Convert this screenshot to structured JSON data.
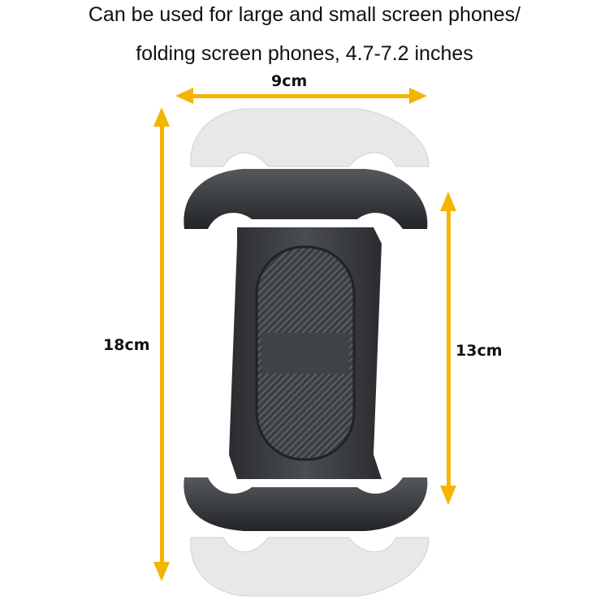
{
  "caption": {
    "line1": "Can be used for large and small screen phones/",
    "line2": "folding screen phones, 4.7-7.2 inches"
  },
  "dimensions": {
    "width": "9cm",
    "max_height": "18cm",
    "min_height": "13cm"
  },
  "colors": {
    "arrow": "#f5b400",
    "clamp_dark": "#3a3c40",
    "clamp_light": "#e6e6e6"
  }
}
